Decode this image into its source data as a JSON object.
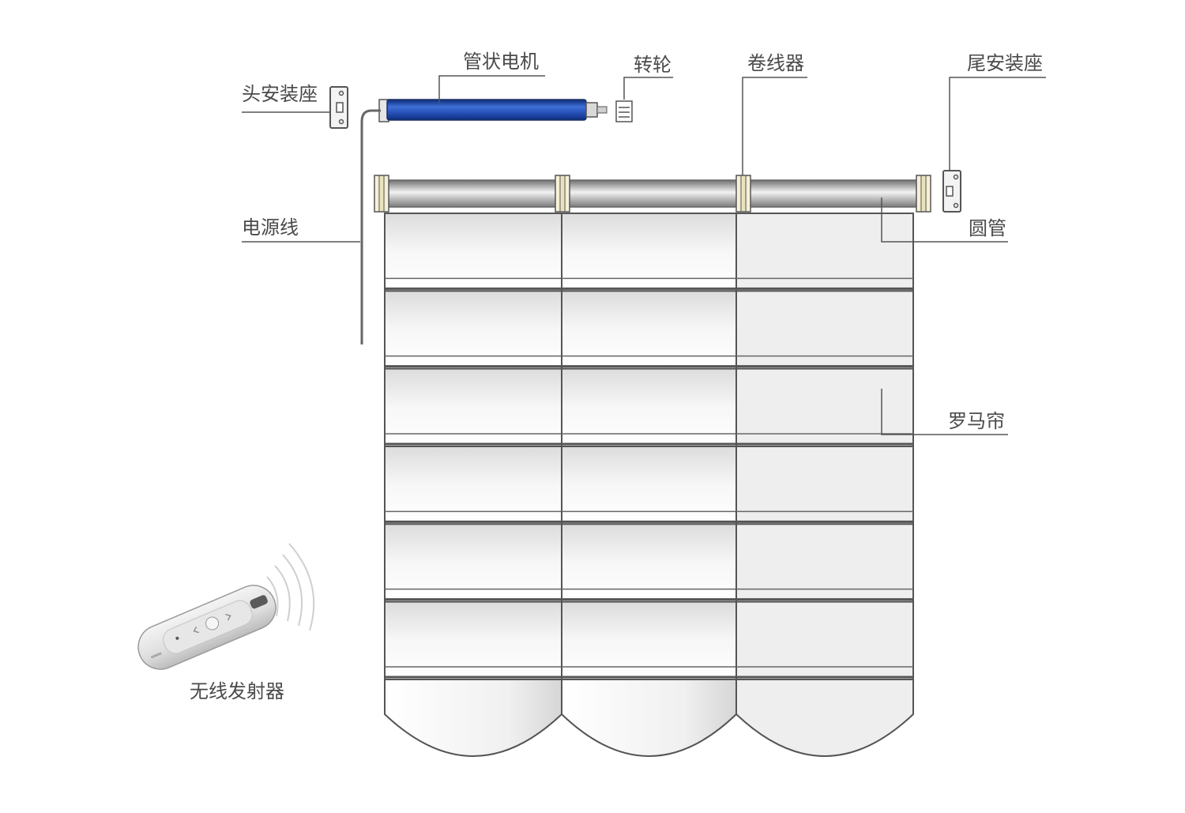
{
  "labels": {
    "head_bracket": "头安装座",
    "tubular_motor": "管状电机",
    "wheel": "转轮",
    "winder": "卷线器",
    "tail_bracket": "尾安装座",
    "power_cord": "电源线",
    "round_tube": "圆管",
    "roman_blind": "罗马帘",
    "wireless_transmitter": "无线发射器"
  },
  "colors": {
    "line": "#5a5a5a",
    "motor": "#2f5fc4",
    "tube": "#9a9a9a",
    "ring": "#efe9c8",
    "fabric": "#eeeeee"
  },
  "blind": {
    "columns": 3,
    "panels": 6
  }
}
